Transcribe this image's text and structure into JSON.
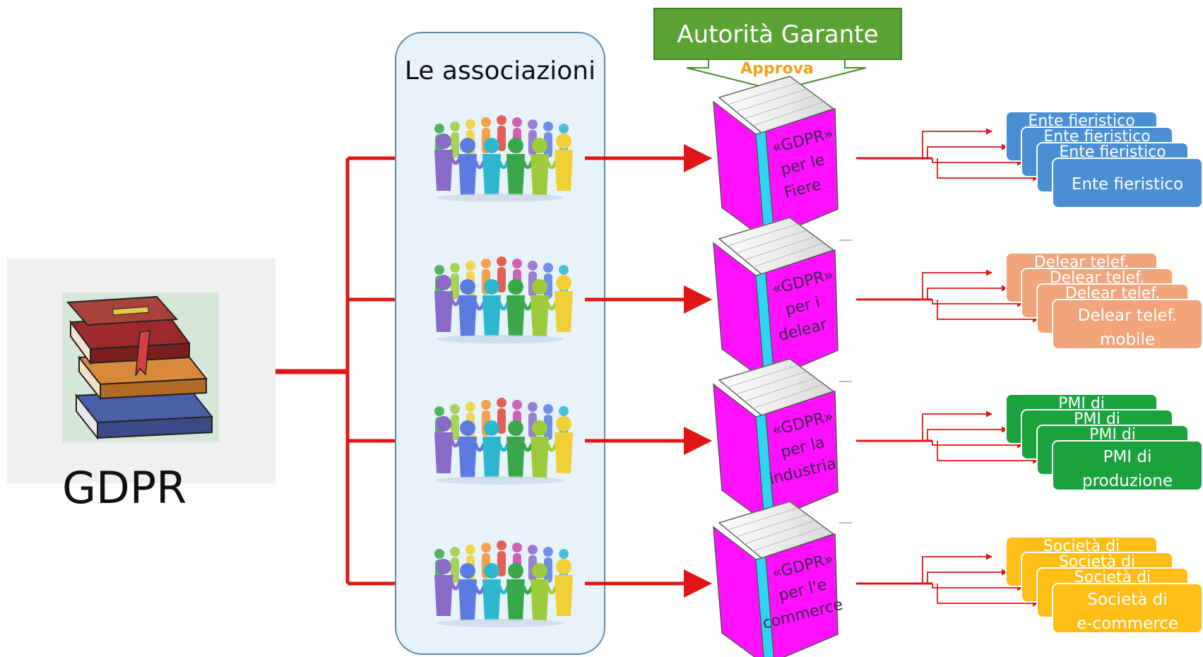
{
  "gdpr_label": "GDPR",
  "associations_title": "Le associazioni",
  "authority": {
    "title": "Autorità Garante",
    "approve": "Approva"
  },
  "colors": {
    "arrow": "#e01515",
    "authority_green": "#5aa334",
    "approve_orange": "#f5a11d",
    "book_pink": "#ff10ff",
    "book_cyan": "#2fd4f2",
    "assoc_panel": "#e8f2fb",
    "assoc_border": "#5f89a8",
    "people": [
      "#8a6bc7",
      "#5b7ce0",
      "#2db7cf",
      "#3aa848",
      "#9ccc3c",
      "#f0d034",
      "#f2922e",
      "#e0473a",
      "#c94aa8"
    ]
  },
  "rows": [
    {
      "book": [
        "«GDPR»",
        "per le",
        "Fiere"
      ],
      "entity_color": "#4a8fd4",
      "entity_lines": [
        "Ente fieristico"
      ],
      "stack_labels": [
        "Ente fieristico",
        "Ente fieristico",
        "Ente fieristico"
      ]
    },
    {
      "book": [
        "«GDPR»",
        "per i",
        "delear"
      ],
      "entity_color": "#f2a47a",
      "entity_lines": [
        "Delear telef.",
        "mobile"
      ],
      "stack_labels": [
        "Delear telef.",
        "Delear telef.",
        "Delear telef."
      ]
    },
    {
      "book": [
        "«GDPR»",
        "per la",
        "industria"
      ],
      "entity_color": "#1aa23d",
      "entity_lines": [
        "PMI di",
        "produzione"
      ],
      "stack_labels": [
        "PMI di",
        "PMI di",
        "PMI di"
      ]
    },
    {
      "book": [
        "«GDPR»",
        "per l'e",
        "commerce"
      ],
      "entity_color": "#ffbe17",
      "entity_lines": [
        "Società di",
        "e-commerce"
      ],
      "stack_labels": [
        "Società di",
        "Società di",
        "Società di"
      ]
    }
  ]
}
